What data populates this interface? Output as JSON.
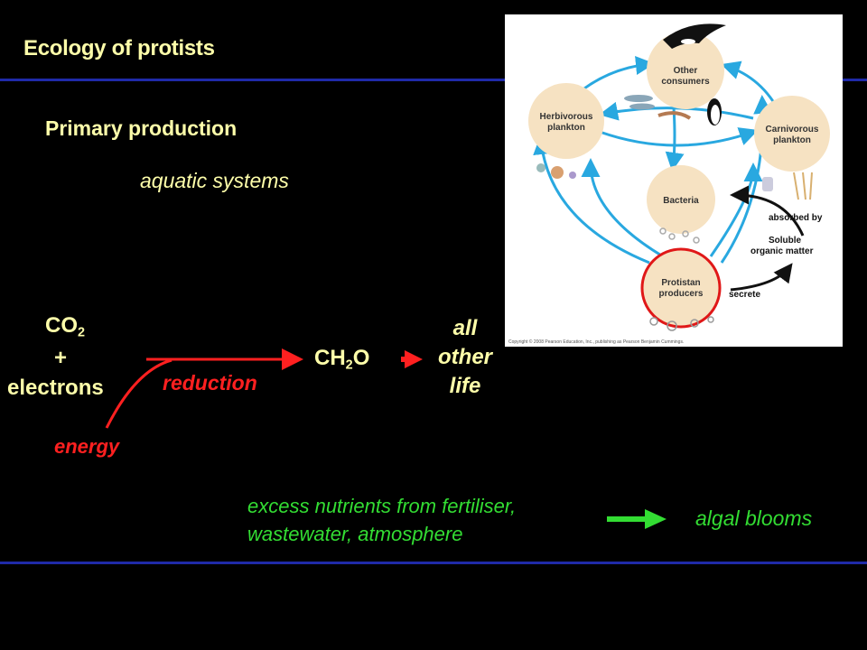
{
  "slide": {
    "title": "Ecology of protists",
    "subtitle": "Primary production",
    "context": "aquatic systems"
  },
  "equation": {
    "reactant": "CO",
    "reactant_sub": "2",
    "plus": "+",
    "electrons": "electrons",
    "reduction": "reduction",
    "energy": "energy",
    "product": "CH",
    "product_sub": "2",
    "product_tail": "O",
    "downstream_line1": "all",
    "downstream_line2": "other",
    "downstream_line3": "life"
  },
  "nutrients": {
    "line1": "excess nutrients from fertiliser,",
    "line2": "wastewater, atmosphere",
    "result": "algal blooms"
  },
  "diagram": {
    "nodes": {
      "consumers_1": "Other",
      "consumers_2": "consumers",
      "herbivorous_1": "Herbivorous",
      "herbivorous_2": "plankton",
      "carnivorous_1": "Carnivorous",
      "carnivorous_2": "plankton",
      "bacteria": "Bacteria",
      "producers_1": "Protistan",
      "producers_2": "producers"
    },
    "labels": {
      "absorbed": "absorbed by",
      "soluble_1": "Soluble",
      "soluble_2": "organic matter",
      "secrete": "secrete",
      "copyright": "Copyright © 2008 Pearson Education, Inc., publishing as Pearson Benjamin Cummings."
    }
  },
  "colors": {
    "background": "#000000",
    "heading": "#ffffaa",
    "accent_red": "#ff2020",
    "accent_green": "#33dd33",
    "rule_blue": "#1f2aa8",
    "diagram_node": "#f6e2c2",
    "diagram_arrow": "#29a8e0"
  }
}
